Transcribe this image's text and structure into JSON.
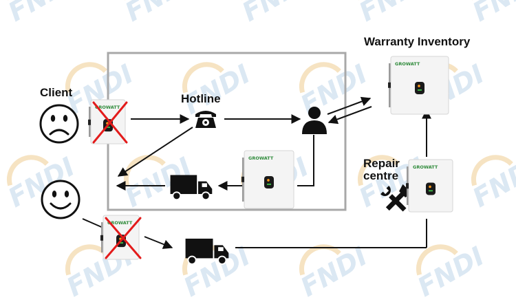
{
  "labels": {
    "client": "Client",
    "hotline": "Hotline",
    "warranty_inventory": "Warranty Inventory",
    "repair_line1": "Repair",
    "repair_line2": "centre"
  },
  "brand_text": "GROWATT",
  "watermark_text": "FNDI",
  "colors": {
    "line": "#111111",
    "frame": "#a8a8a8",
    "cross": "#e31b1b",
    "watermark_blue": "#dbe8f3",
    "watermark_orange": "#f6e3c2",
    "device_body": "#f4f4f4",
    "brand_green": "#2e8a3a"
  },
  "icons": {
    "sad_client": "sad-face-icon",
    "happy_client": "happy-face-icon",
    "hotline": "telephone-icon",
    "agent": "person-icon",
    "truck": "truck-icon",
    "repair": "crossed-tools-icon"
  }
}
